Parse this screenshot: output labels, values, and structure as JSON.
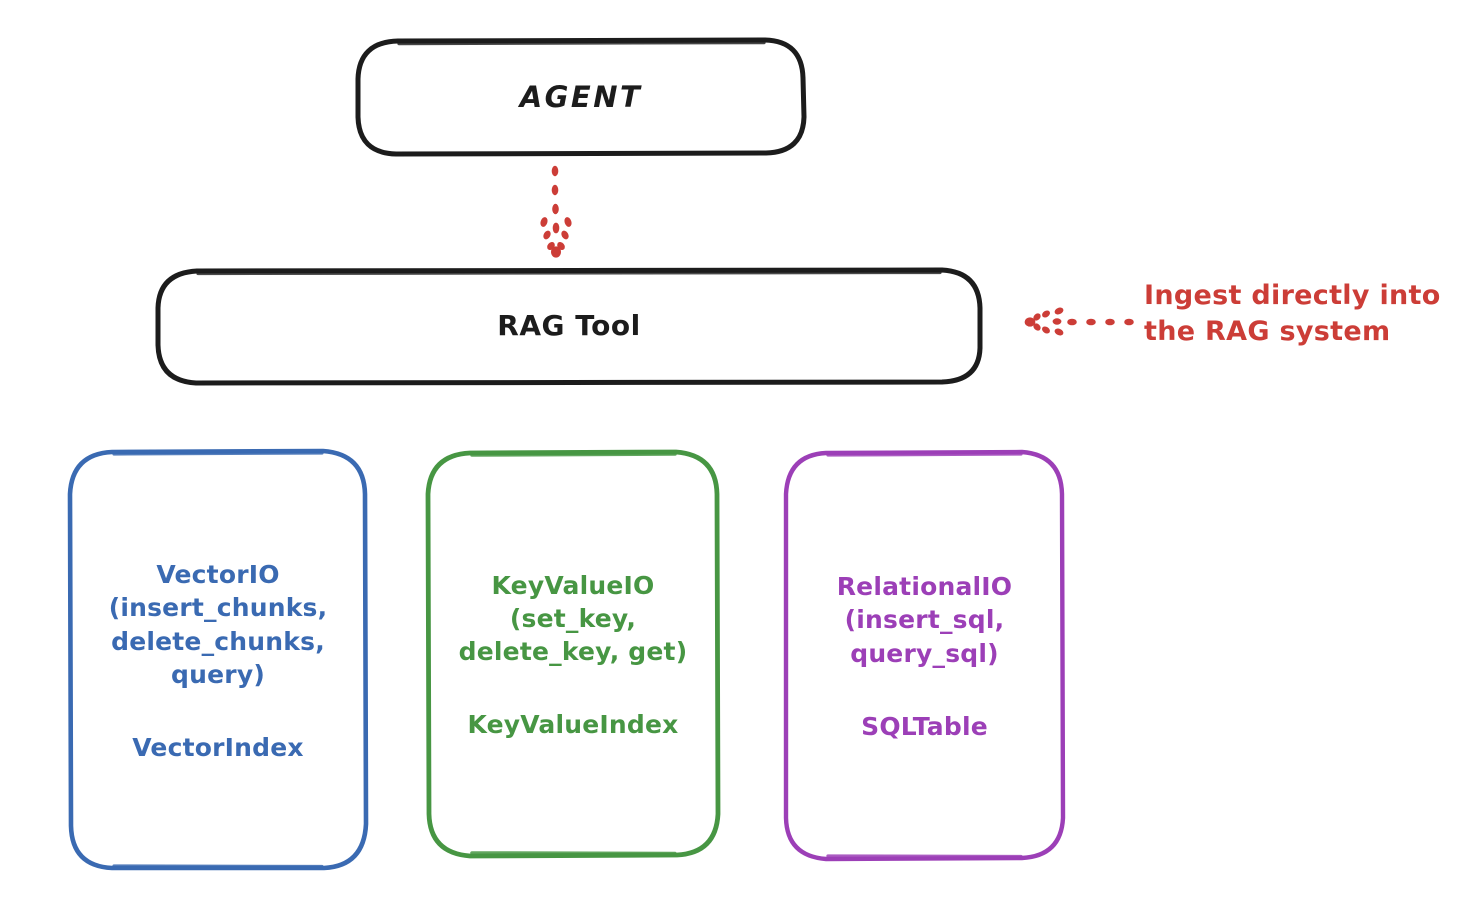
{
  "diagram": {
    "title": "RAG Tool architecture diagram",
    "background": "#ffffff",
    "colors": {
      "black": "#1c1c1c",
      "blue": "#3a6ab2",
      "green": "#479643",
      "purple": "#9c3fb7",
      "red": "#cc3d37"
    },
    "nodes": {
      "agent": {
        "label": "AGENT",
        "color": "#1c1c1c"
      },
      "rag_tool": {
        "label": "RAG Tool",
        "color": "#1c1c1c"
      },
      "vector_io": {
        "api_label": "VectorIO\n(insert_chunks,\ndelete_chunks,\nquery)",
        "index_label": "VectorIndex",
        "color": "#3a6ab2"
      },
      "key_value_io": {
        "api_label": "KeyValueIO\n(set_key,\ndelete_key, get)",
        "index_label": "KeyValueIndex",
        "color": "#479643"
      },
      "relational_io": {
        "api_label": "RelationalIO\n(insert_sql,\nquery_sql)",
        "index_label": "SQLTable",
        "color": "#9c3fb7"
      }
    },
    "annotations": {
      "ingest": {
        "text": "Ingest directly into\nthe RAG system",
        "color": "#cc3d37"
      }
    },
    "connectors": [
      {
        "name": "agent-to-rag-tool",
        "style": "dotted-arrow",
        "direction": "down",
        "color": "#cc3d37"
      },
      {
        "name": "ingest-to-rag-tool",
        "style": "dotted-arrow",
        "direction": "left",
        "color": "#cc3d37"
      }
    ]
  }
}
